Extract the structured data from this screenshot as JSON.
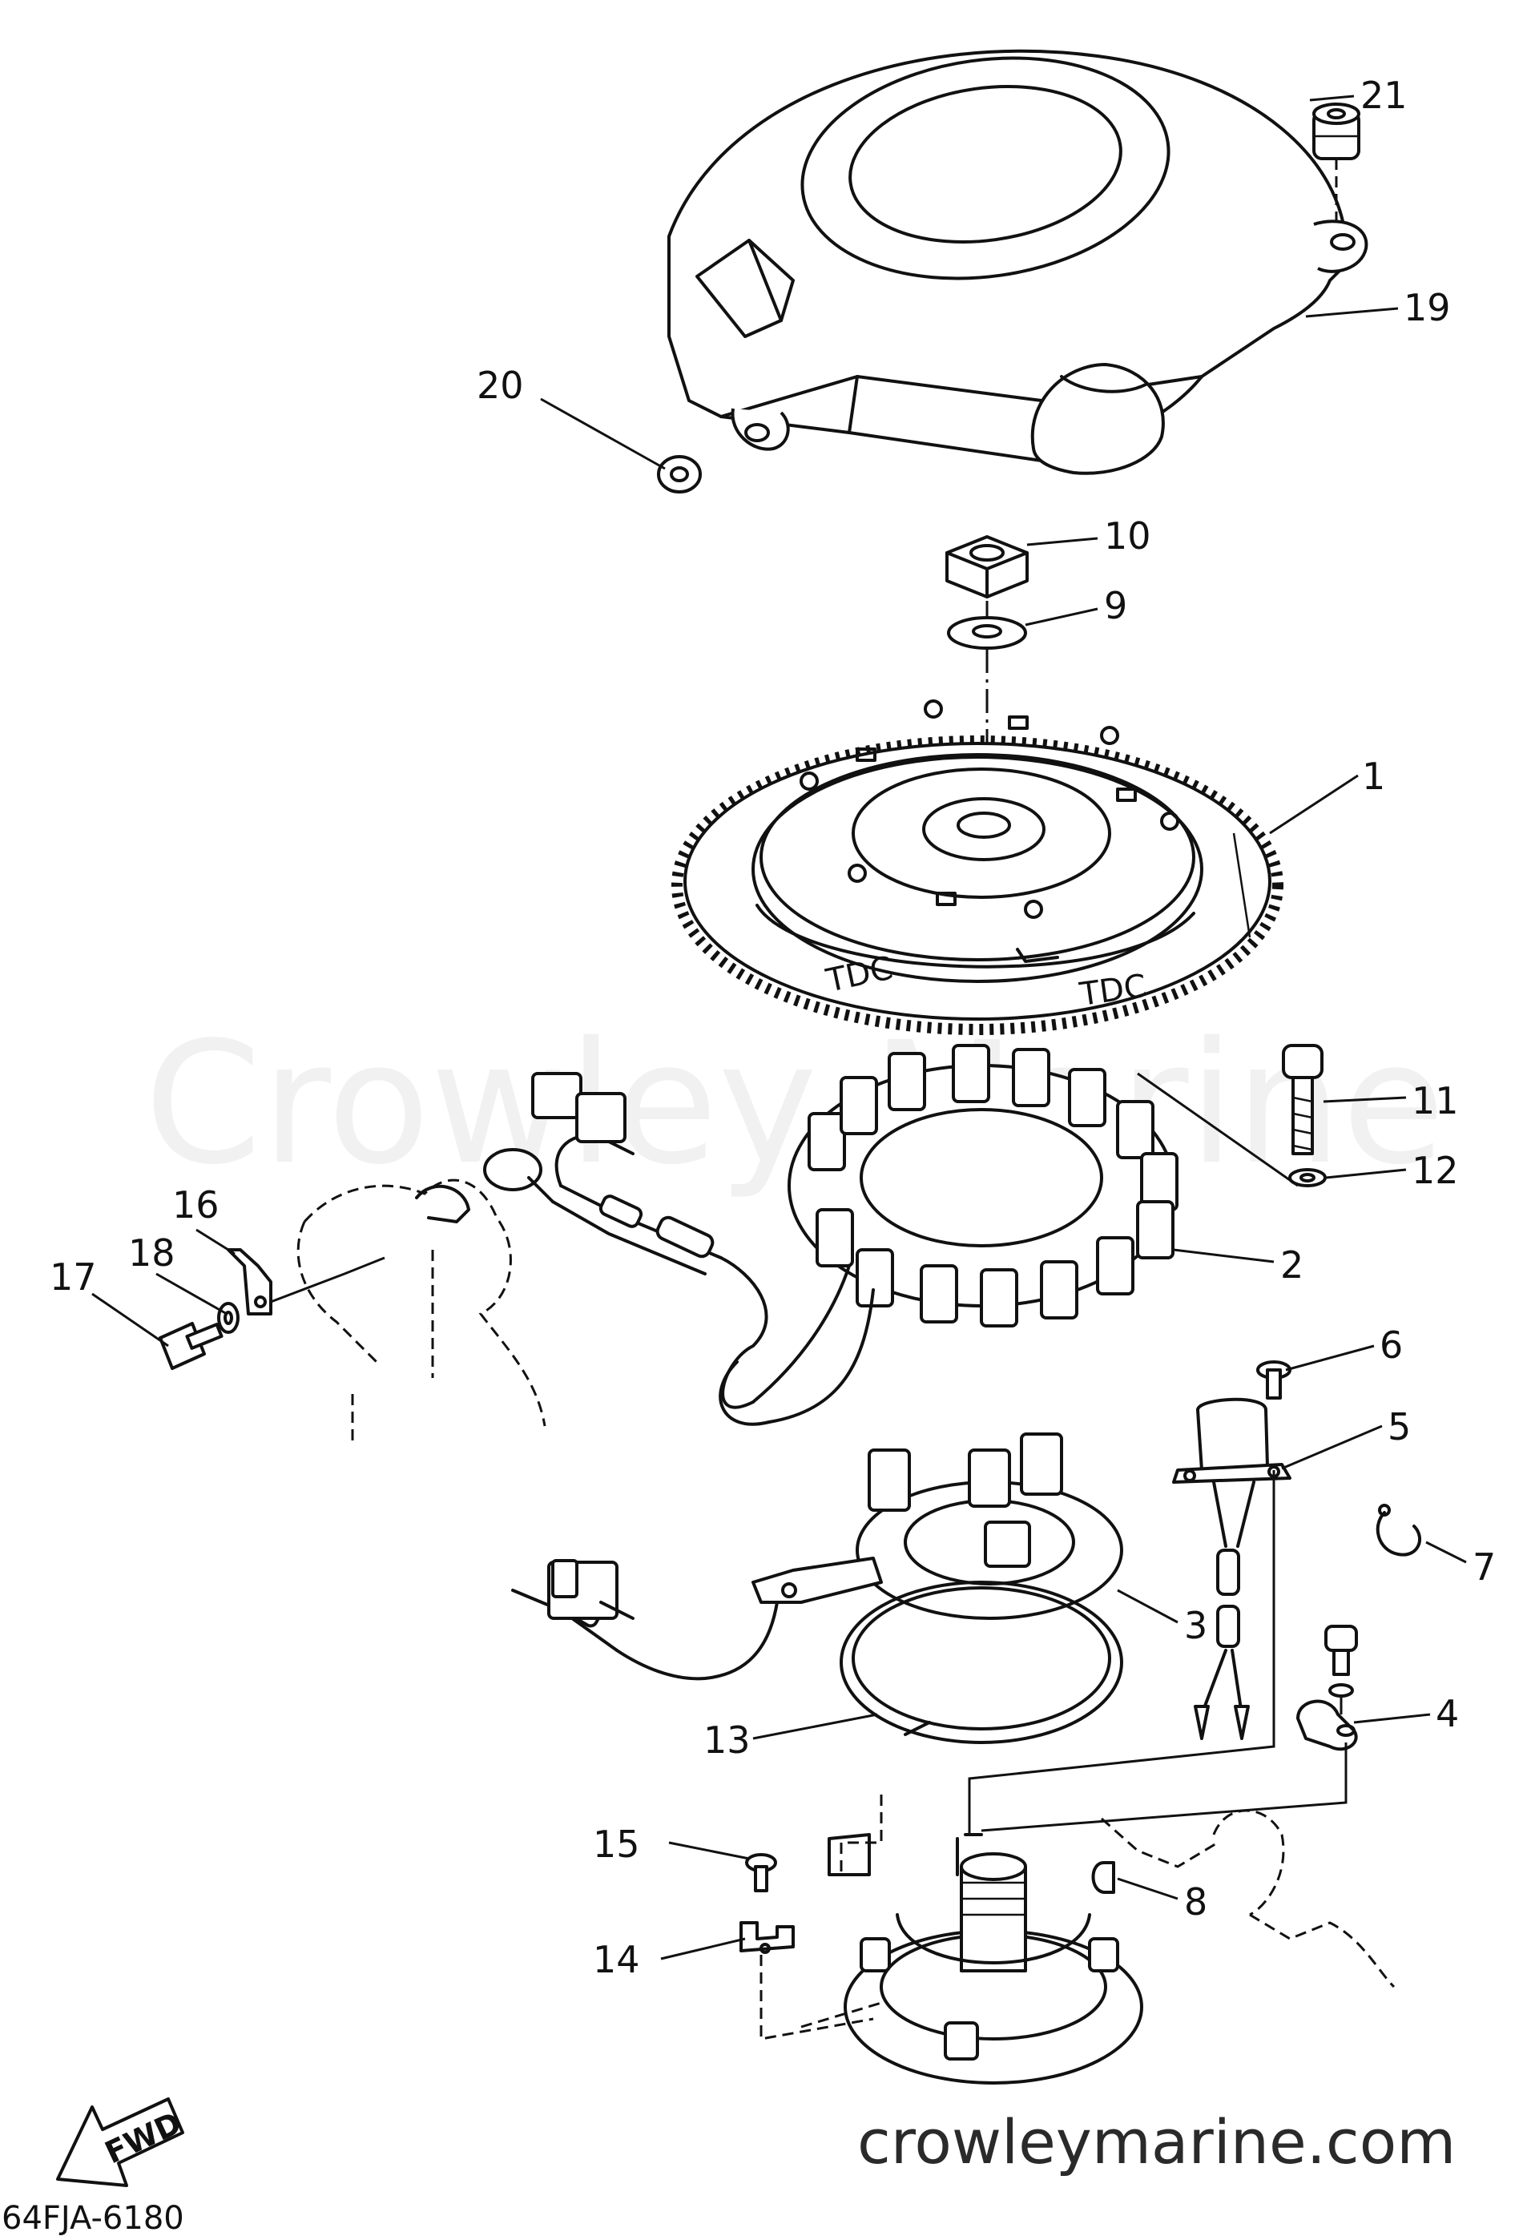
{
  "diagram": {
    "watermark": "Crowley Marine",
    "site": "crowleymarine.com",
    "drawing_code": "64FJA-6180",
    "direction_label": "FWD",
    "stamp_mark": "TDC",
    "callouts": [
      {
        "id": "1",
        "label": "1"
      },
      {
        "id": "2",
        "label": "2"
      },
      {
        "id": "3",
        "label": "3"
      },
      {
        "id": "4",
        "label": "4"
      },
      {
        "id": "5",
        "label": "5"
      },
      {
        "id": "6",
        "label": "6"
      },
      {
        "id": "7",
        "label": "7"
      },
      {
        "id": "8",
        "label": "8"
      },
      {
        "id": "9",
        "label": "9"
      },
      {
        "id": "10",
        "label": "10"
      },
      {
        "id": "11",
        "label": "11"
      },
      {
        "id": "12",
        "label": "12"
      },
      {
        "id": "13",
        "label": "13"
      },
      {
        "id": "14",
        "label": "14"
      },
      {
        "id": "15",
        "label": "15"
      },
      {
        "id": "16",
        "label": "16"
      },
      {
        "id": "17",
        "label": "17"
      },
      {
        "id": "18",
        "label": "18"
      },
      {
        "id": "19",
        "label": "19"
      },
      {
        "id": "20",
        "label": "20"
      },
      {
        "id": "21",
        "label": "21"
      }
    ]
  }
}
